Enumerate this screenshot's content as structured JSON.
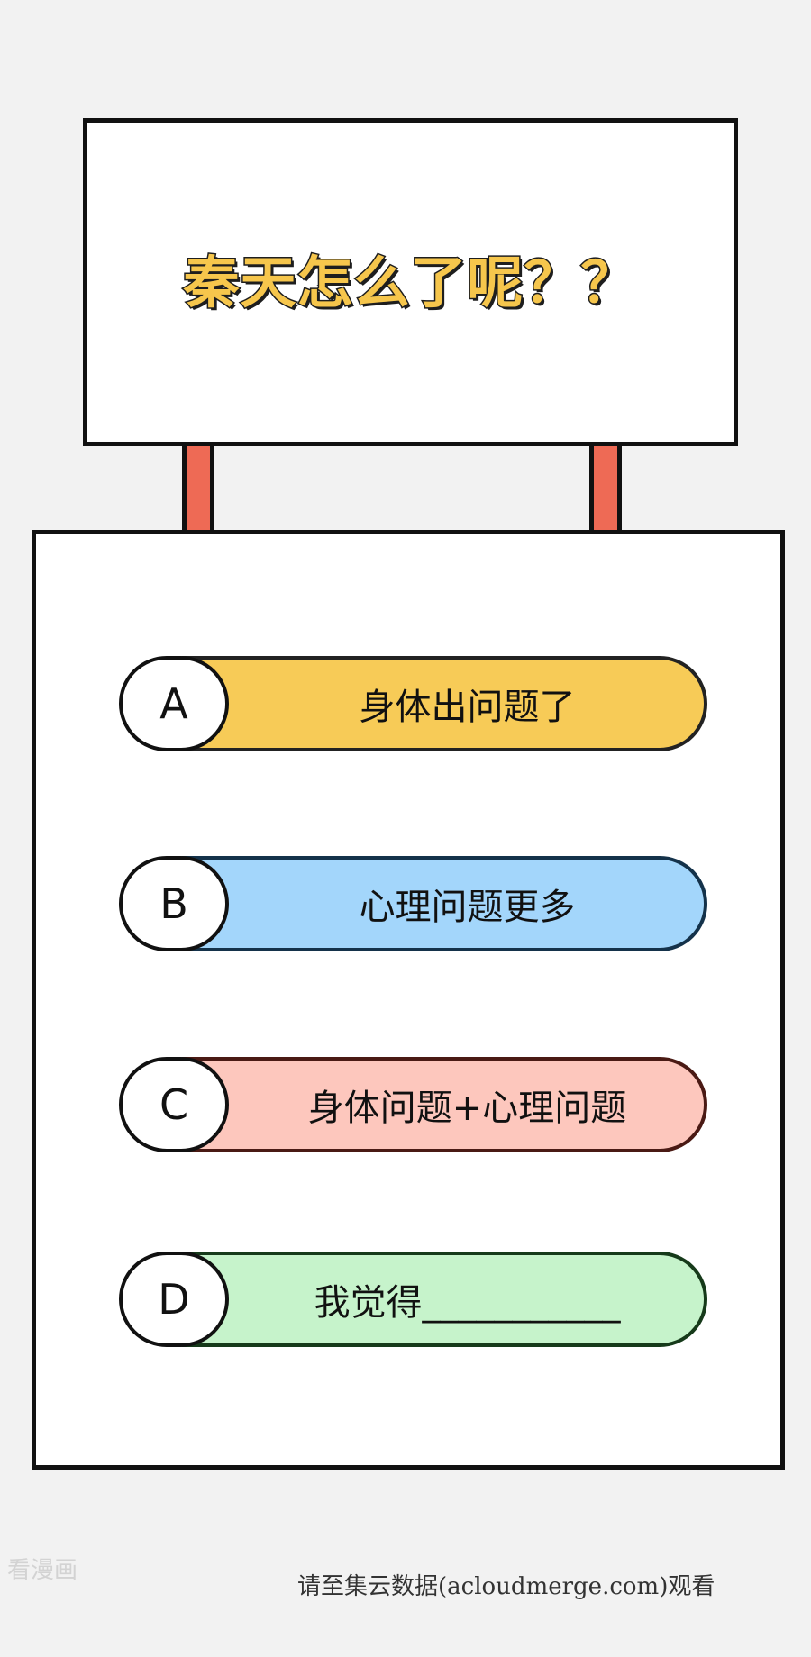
{
  "question": {
    "title": "秦天怎么了呢？？"
  },
  "options": [
    {
      "letter": "A",
      "text": "身体出问题了",
      "color": "#f7cb57",
      "border": "#222222"
    },
    {
      "letter": "B",
      "text": "心理问题更多",
      "color": "#a3d6fb",
      "border": "#14324a"
    },
    {
      "letter": "C",
      "text": "身体问题+心理问题",
      "color": "#fdc7bd",
      "border": "#4a1a14"
    },
    {
      "letter": "D",
      "text": "我觉得___________",
      "color": "#c6f3cb",
      "border": "#163a1a"
    }
  ],
  "watermark": {
    "left": "看漫画",
    "right": "请至集云数据(acloudmerge.com)观看"
  },
  "colors": {
    "title_fill": "#f6c64c",
    "post": "#ee6a55"
  }
}
